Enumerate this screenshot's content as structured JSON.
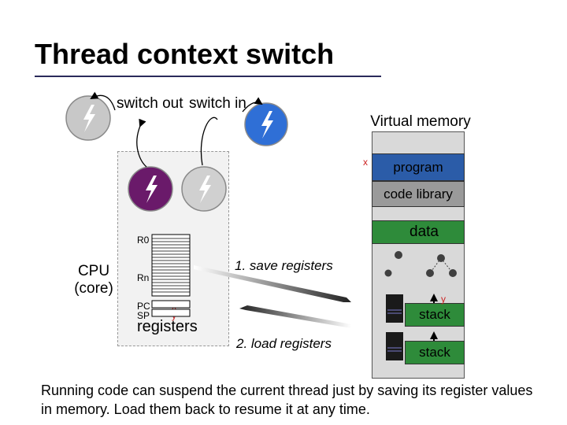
{
  "title": "Thread context switch",
  "labels": {
    "switch_out": "switch out",
    "switch_in": "switch in",
    "virtual_memory": "Virtual memory",
    "cpu": "CPU (core)",
    "r0": "R0",
    "rn": "Rn",
    "pc": "PC",
    "sp": "SP",
    "pc_value": "x",
    "sp_value": "y",
    "registers": "registers",
    "save_registers": "1. save registers",
    "load_registers": "2. load registers"
  },
  "memory": {
    "x_marker": "x",
    "y_marker": "y",
    "program": "program",
    "code_library": "code library",
    "data": "data",
    "stack1": "stack",
    "stack2": "stack"
  },
  "caption": "Running code can suspend the current thread just by saving its register values in memory. Load them back to resume it at any time.",
  "colors": {
    "program": "#2b5ca8",
    "code_library": "#9a9a9a",
    "data": "#2e8b3a",
    "stack": "#2e8b3a",
    "active_thread": "#6a1a6a",
    "blue_thread": "#2f6fd6",
    "grey_thread": "#c8c8c8",
    "vm_background": "#d9d9d9"
  },
  "icons": [
    "lightning-thread-icon"
  ]
}
